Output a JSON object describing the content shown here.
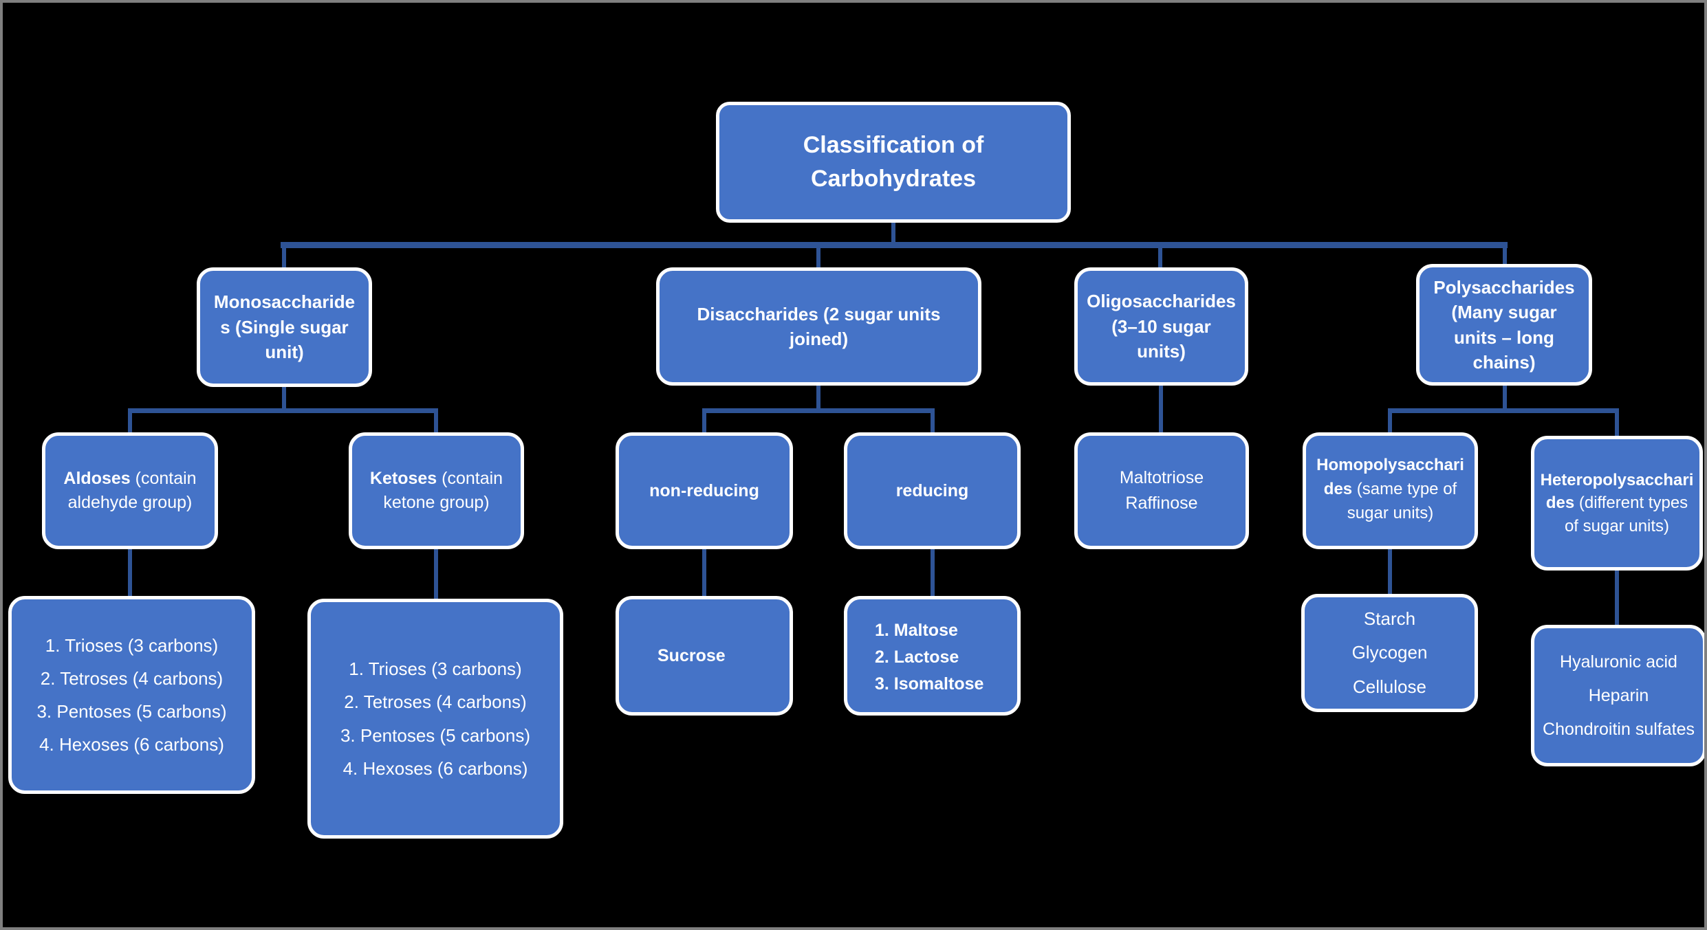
{
  "theme": {
    "colors": {
      "background": "#000000",
      "frame_border": "#808080",
      "box_fill": "#4573C7",
      "box_border": "#FFFFFF",
      "connector": "#2E5395",
      "text": "#FFFFFF"
    }
  },
  "nodes": {
    "title": {
      "lines": [
        "Classification of",
        "Carbohydrates"
      ]
    },
    "monosaccharides": {
      "lines": [
        "Monosaccharide",
        "s (Single sugar",
        "unit)"
      ]
    },
    "disaccharides": {
      "lines": [
        "Disaccharides (2 sugar units",
        "joined)"
      ]
    },
    "oligosaccharides": {
      "lines": [
        "Oligosaccharides",
        "(3–10 sugar",
        "units)"
      ]
    },
    "polysaccharides": {
      "lines": [
        "Polysaccharides",
        "(Many sugar",
        "units – long",
        "chains)"
      ]
    },
    "aldoses": {
      "bold": "Aldoses",
      "rest": " (contain aldehyde group)"
    },
    "ketoses": {
      "bold": "Ketoses",
      "rest": " (contain ketone group)"
    },
    "non_reducing": {
      "text": "non-reducing"
    },
    "reducing": {
      "text": "reducing"
    },
    "maltotriose": {
      "lines": [
        "Maltotriose",
        "Raffinose"
      ]
    },
    "homopolysaccharides": {
      "bold": "Homopolysaccharides",
      "rest": " (same type of sugar units)"
    },
    "heteropolysaccharides": {
      "bold": "Heteropolysaccharides",
      "rest": " (different types of sugar units)"
    },
    "aldoses_list": {
      "items": [
        "1. Trioses (3 carbons)",
        "2. Tetroses (4 carbons)",
        "3. Pentoses (5 carbons)",
        "4. Hexoses (6 carbons)"
      ]
    },
    "ketoses_list": {
      "items": [
        "1. Trioses (3 carbons)",
        "2. Tetroses (4 carbons)",
        "3. Pentoses (5 carbons)",
        "4. Hexoses (6 carbons)"
      ]
    },
    "sucrose": {
      "text": "Sucrose"
    },
    "reducing_list": {
      "items": [
        "1. Maltose",
        "2. Lactose",
        "3. Isomaltose"
      ]
    },
    "homo_list": {
      "items": [
        "Starch",
        "Glycogen",
        "Cellulose"
      ]
    },
    "hetero_list": {
      "items": [
        "Hyaluronic acid",
        "Heparin",
        "Chondroitin sulfates"
      ]
    }
  }
}
